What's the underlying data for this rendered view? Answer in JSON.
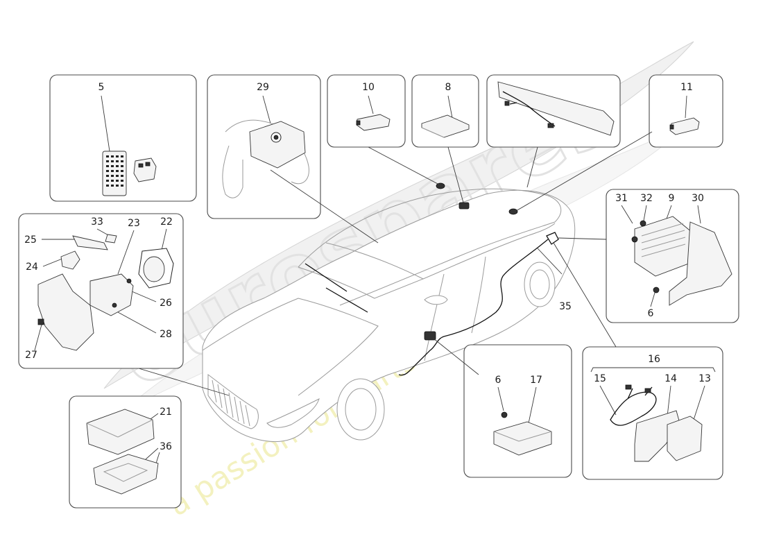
{
  "callouts": {
    "n5": "5",
    "n29": "29",
    "n10": "10",
    "n8": "8",
    "n11": "11",
    "n33": "33",
    "n23": "23",
    "n22": "22",
    "n25": "25",
    "n24": "24",
    "n26": "26",
    "n28": "28",
    "n27": "27",
    "n31": "31",
    "n32": "32",
    "n9": "9",
    "n30": "30",
    "n6a": "6",
    "n35": "35",
    "n16": "16",
    "n15": "15",
    "n14": "14",
    "n13": "13",
    "n6b": "6",
    "n17": "17",
    "n21": "21",
    "n36": "36"
  },
  "watermark": {
    "logo": "eurospares",
    "tagline": "a passion for parts since 1985"
  },
  "colors": {
    "line": "#3a3a3a",
    "car_outline": "#9a9a9a",
    "watermark_logo": "#e2e2e2",
    "watermark_text": "#f2efb4"
  }
}
